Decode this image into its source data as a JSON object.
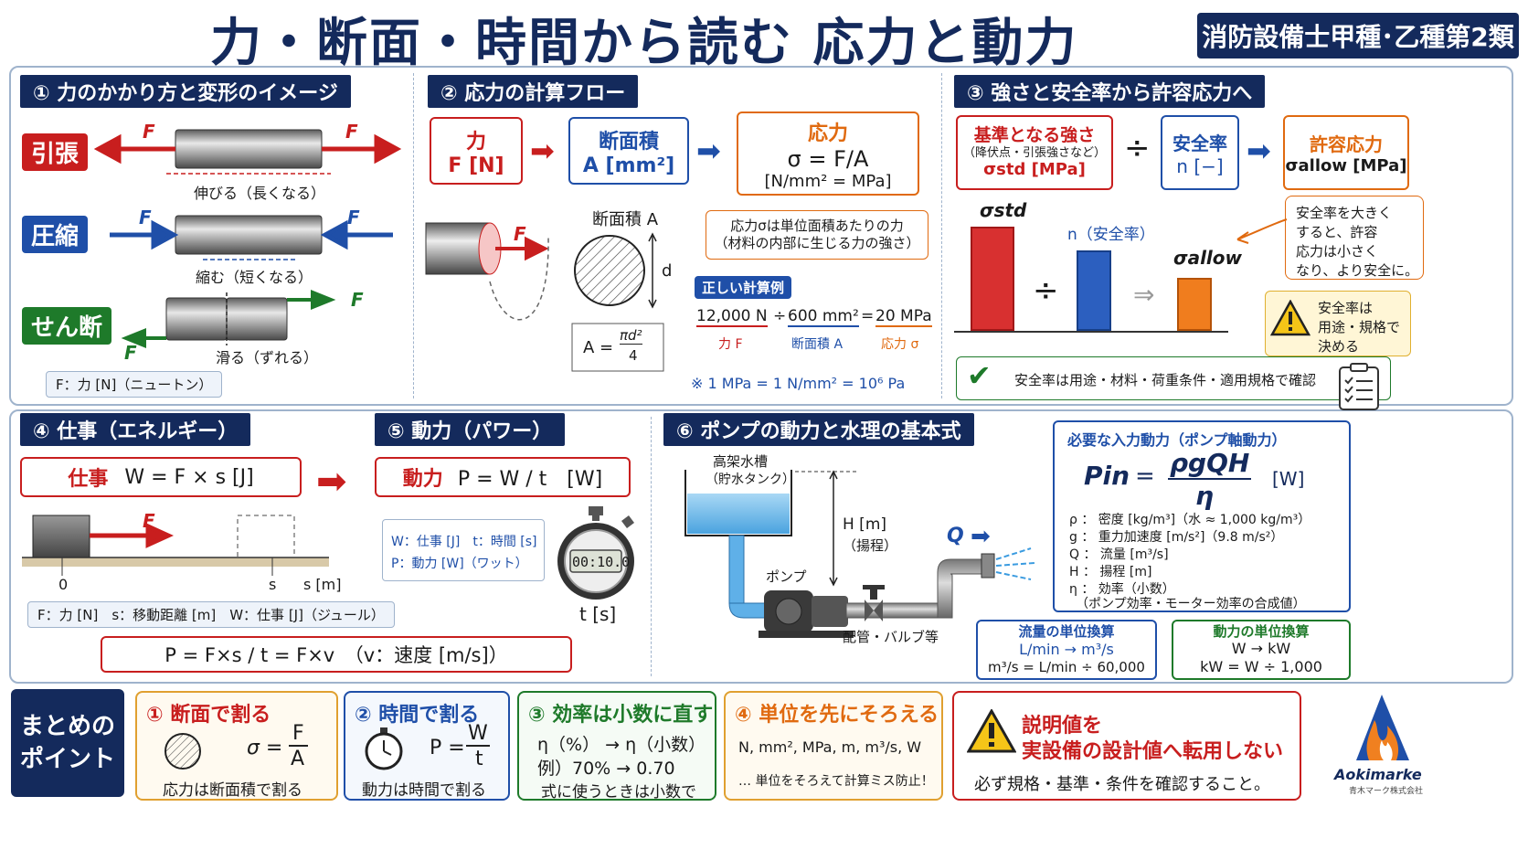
{
  "title": "力・断面・時間から読む 応力と動力",
  "badge": "消防設備士甲種･乙種第2類",
  "p1": {
    "header": "① 力のかかり方と変形のイメージ",
    "tension": "引張",
    "compression": "圧縮",
    "shear": "せん断",
    "f": "F",
    "stretch": "伸びる（長くなる）",
    "shrink": "縮む（短くなる）",
    "slide": "滑る（ずれる）",
    "note": "F：力 [N]（ニュートン）"
  },
  "p2": {
    "header": "② 応力の計算フロー",
    "force": "力",
    "force_unit": "F [N]",
    "area": "断面積",
    "area_unit": "A [mm²]",
    "stress": "応力",
    "stress_formula": "σ = F/A",
    "stress_unit": "[N/mm² = MPa]",
    "area_label": "断面積 A",
    "d": "d",
    "a_eq": "A =",
    "a_num": "πd²",
    "a_den": "4",
    "desc1": "応力σは単位面積あたりの力",
    "desc2": "（材料の内部に生じる力の強さ）",
    "example_tag": "正しい計算例",
    "ex_force": "12,000 N",
    "ex_div": "÷",
    "ex_area": "600 mm²",
    "ex_eq": "=",
    "ex_stress": "20 MPa",
    "lbl_force": "力 F",
    "lbl_area": "断面積 A",
    "lbl_stress": "応力 σ",
    "unit_note": "※ 1 MPa = 1 N/mm² = 10⁶ Pa"
  },
  "p3": {
    "header": "③ 強さと安全率から許容応力へ",
    "base": "基準となる強さ",
    "base_sub": "（降伏点・引張強さなど）",
    "base_sym": "σstd [MPa]",
    "div": "÷",
    "sf": "安全率",
    "sf_sym": "n [−]",
    "allow": "許容応力",
    "allow_sym": "σallow [MPa]",
    "bar1": "σstd",
    "bar2": "n（安全率）",
    "bar3": "σallow",
    "bar_div": "÷",
    "bar_imp": "⇒",
    "callout": [
      "安全率を大きく",
      "すると、許容",
      "応力は小さく",
      "なり、より安全に。"
    ],
    "warn": [
      "安全率は",
      "用途・規格で",
      "決める"
    ],
    "check": "安全率は用途・材料・荷重条件・適用規格で確認"
  },
  "p4": {
    "header": "④ 仕事（エネルギー）",
    "label": "仕事",
    "formula": "W = F × s [J]",
    "f": "F",
    "zero": "0",
    "s": "s",
    "s_m": "s [m]",
    "note": "F：力 [N]　s：移動距離 [m]　W：仕事 [J]（ジュール）"
  },
  "p5": {
    "header": "⑤ 動力（パワー）",
    "label": "動力",
    "formula": "P = W / t　[W]",
    "note1": "W：仕事 [J]　t：時間 [s]",
    "note2": "P：動力 [W]（ワット）",
    "timer": "00:10.0",
    "t": "t [s]",
    "big_formula": "P = F×s / t = F×v　（v：速度 [m/s]）"
  },
  "p6": {
    "header": "⑥ ポンプの動力と水理の基本式",
    "tank": "高架水槽",
    "tank_sub": "（貯水タンク）",
    "h": "H [m]",
    "h_sub": "（揚程）",
    "pump": "ポンプ",
    "pipe": "配管・バルブ等",
    "q": "Q",
    "box_title": "必要な入力動力（ポンプ軸動力）",
    "pin": "Pin",
    "eq": "=",
    "num": "ρgQH",
    "den": "η",
    "w": "[W]",
    "defs": [
      "ρ ： 密度 [kg/m³]（水 ≈ 1,000 kg/m³）",
      "g ： 重力加速度 [m/s²]（9.8 m/s²）",
      "Q ： 流量 [m³/s]",
      "H ： 揚程 [m]",
      "η ： 効率（小数）",
      "　（ポンプ効率・モーター効率の合成値）"
    ],
    "flow_title": "流量の単位換算",
    "flow1": "L/min → m³/s",
    "flow2": "m³/s = L/min ÷ 60,000",
    "power_title": "動力の単位換算",
    "power1": "W → kW",
    "power2": "kW = W ÷ 1,000"
  },
  "summary": {
    "label": [
      "まとめの",
      "ポイント"
    ],
    "s1": {
      "title": "① 断面で割る",
      "formula_l": "σ =",
      "num": "F",
      "den": "A",
      "foot": "応力は断面積で割る"
    },
    "s2": {
      "title": "② 時間で割る",
      "formula_l": "P =",
      "num": "W",
      "den": "t",
      "foot": "動力は時間で割る"
    },
    "s3": {
      "title": "③ 効率は小数に直す",
      "l1": "η（%） → η（小数）",
      "l2": "例）70% → 0.70",
      "l3": "式に使うときは小数で"
    },
    "s4": {
      "title": "④ 単位を先にそろえる",
      "l1": "N, mm², MPa, m, m³/s, W",
      "l2": "… 単位をそろえて計算ミス防止！"
    },
    "s5": {
      "l1": "説明値を",
      "l2": "実設備の設計値へ転用しない",
      "l3": "必ず規格・基準・条件を確認すること。"
    },
    "logo": "Aokimarke",
    "logo_sub": "青木マーク株式会社"
  },
  "colors": {
    "navy": "#142a5c",
    "red": "#c81e1e",
    "blue": "#1f4fa8",
    "orange": "#e06a10",
    "green": "#1e7a2a"
  }
}
